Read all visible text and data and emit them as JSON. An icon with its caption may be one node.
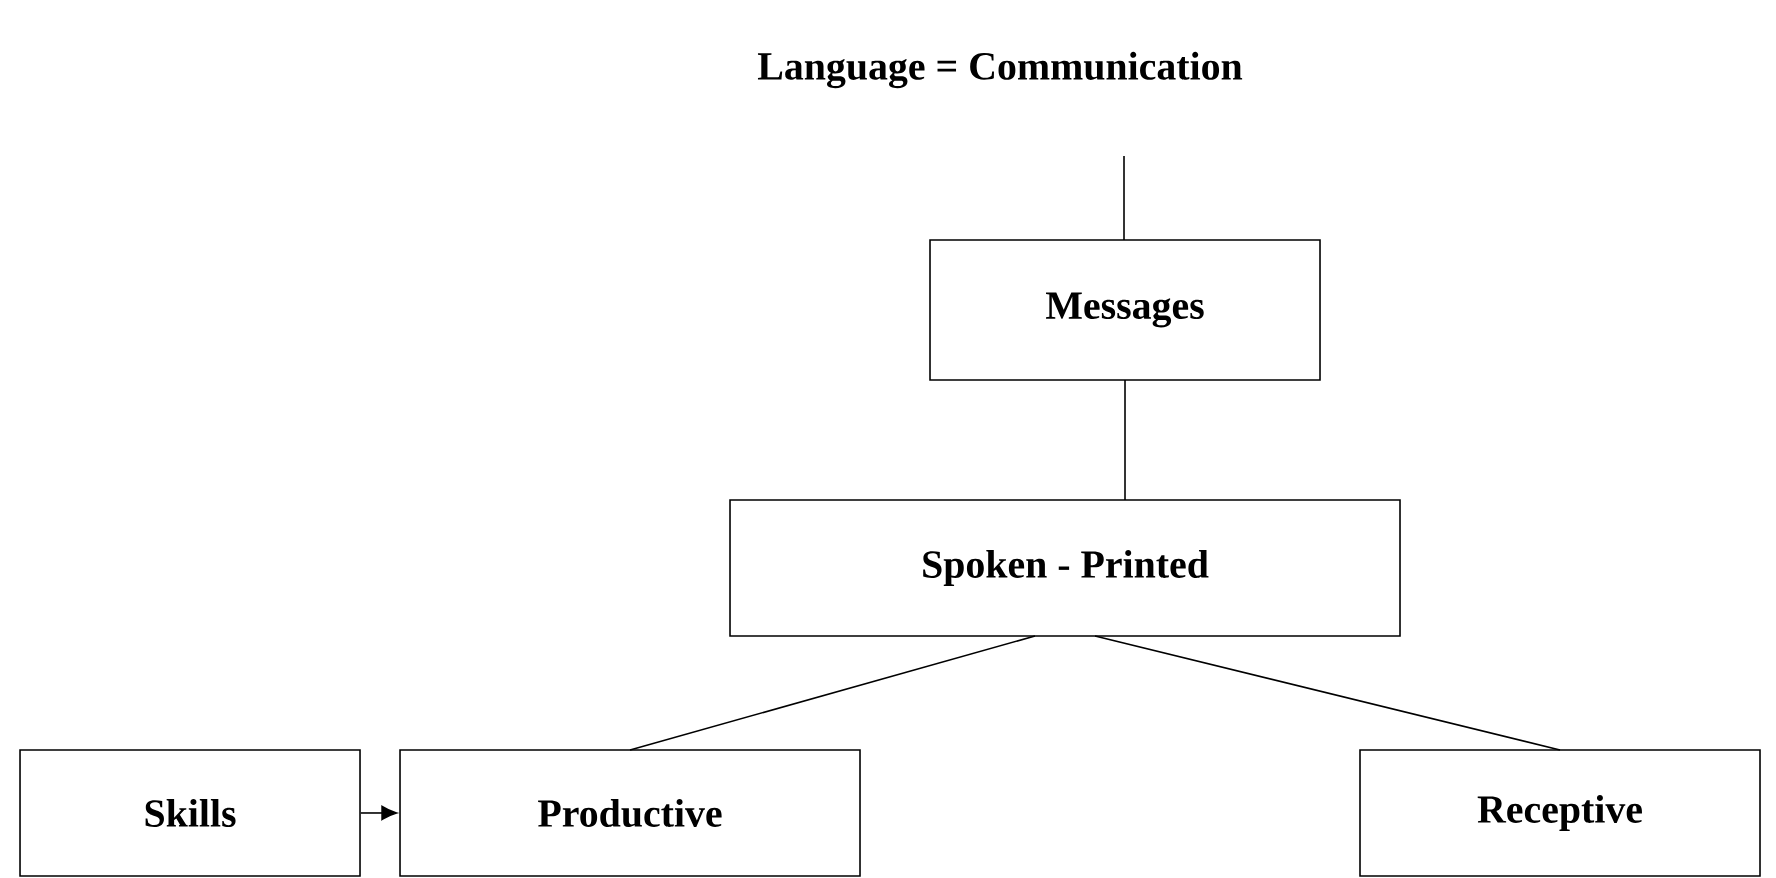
{
  "diagram": {
    "nodes": [
      {
        "text": [
          "Language = Communication"
        ]
      },
      {
        "text": [
          "Messages"
        ]
      },
      {
        "text": [
          "Spoken - Printed"
        ]
      },
      {
        "text": [
          "Skills"
        ]
      },
      {
        "text": [
          "Productive"
        ]
      },
      {
        "text": [
          "Receptive"
        ]
      }
    ],
    "edges": [
      {
        "from": 0,
        "to": 1,
        "arrow": "none"
      },
      {
        "from": 1,
        "to": 2,
        "arrow": "none"
      },
      {
        "from": 2,
        "to": 4,
        "arrow": "none"
      },
      {
        "from": 2,
        "to": 5,
        "arrow": "none"
      },
      {
        "from": 3,
        "to": 4,
        "arrow": "to"
      }
    ]
  }
}
